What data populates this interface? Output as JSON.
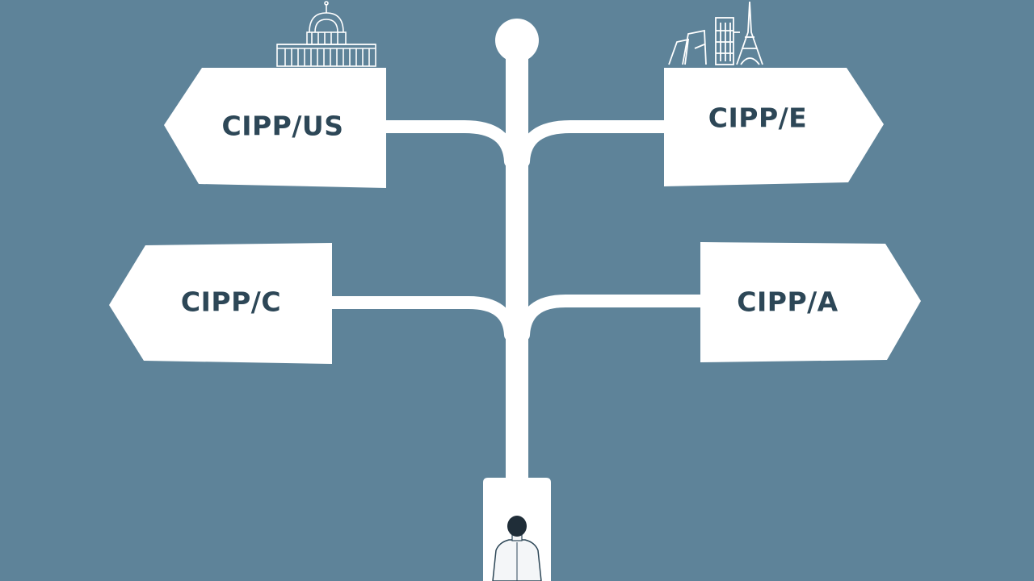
{
  "colors": {
    "background": "#5e8399",
    "sign": "#ffffff",
    "text": "#2d4757",
    "figure_hair": "#1f2d38"
  },
  "signs": [
    {
      "id": "us",
      "label": "CIPP/US",
      "direction": "left",
      "landmark": "capitol-icon"
    },
    {
      "id": "e",
      "label": "CIPP/E",
      "direction": "right",
      "landmark": "european-skyline-icon"
    },
    {
      "id": "c",
      "label": "CIPP/C",
      "direction": "left"
    },
    {
      "id": "a",
      "label": "CIPP/A",
      "direction": "right"
    }
  ]
}
